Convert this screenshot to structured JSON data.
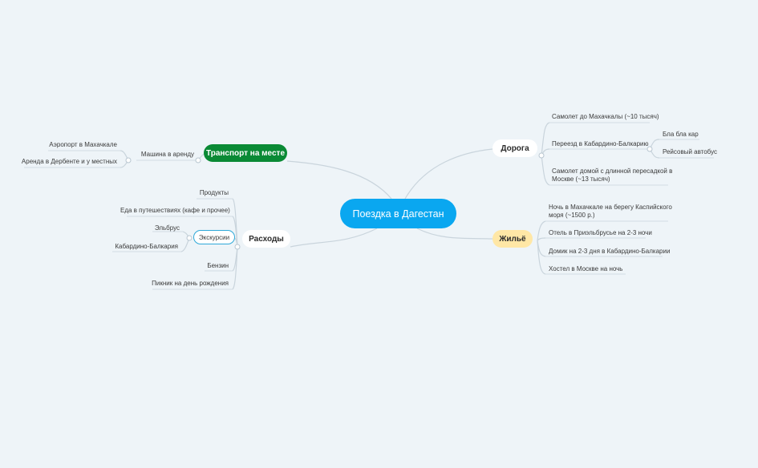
{
  "central": {
    "label": "Поездка в Дагестан"
  },
  "topics": {
    "transport": {
      "label": "Транспорт на месте",
      "car": {
        "label": "Машина в аренду",
        "children": [
          "Аэропорт в Махачкале",
          "Аренда в Дербенте и у местных"
        ]
      }
    },
    "doroga": {
      "label": "Дорога",
      "children": {
        "plane_to": "Самолет до Махачкалы (~10 тысяч)",
        "transfer": {
          "label": "Переезд в Кабардино-Балкарию",
          "children": [
            "Бла бла кар",
            "Рейсовый автобус"
          ]
        },
        "plane_back_line1": "Самолет домой с длинной пересадкой в",
        "plane_back_line2": "Москве (~13 тысяч)"
      }
    },
    "zhilye": {
      "label": "Жильё",
      "children": {
        "night_line1": "Ночь в Махачкале на берегу Каспийского",
        "night_line2": "моря (~1500 р.)",
        "hotel": "Отель в Приэльбрусье на 2-3 ночи",
        "house": "Домик на 2-3 дня в Кабардино-Балкарии",
        "hostel": "Хостел в Москве на ночь"
      }
    },
    "rashody": {
      "label": "Расходы",
      "children": {
        "products": "Продукты",
        "food": "Еда в путешествиях (кафе и прочее)",
        "excursions": {
          "label": "Экскурсии",
          "children": [
            "Эльбрус",
            "Кабардино-Балкария"
          ]
        },
        "fuel": "Бензин",
        "picnic": "Пикник на день рождения"
      }
    }
  },
  "colors": {
    "background": "#eef4f8",
    "central": "#0aa7f0",
    "transport": "#0a8a35",
    "zhilye": "#ffe7a6",
    "excursion_border": "#2ea8d8",
    "link": "#c9d4dc"
  }
}
